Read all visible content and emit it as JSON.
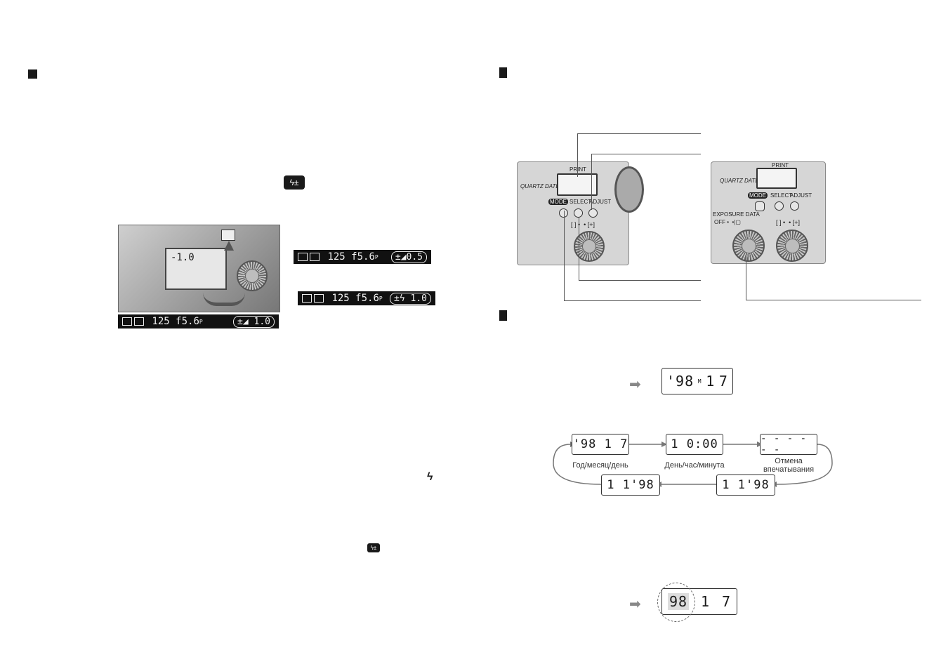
{
  "left": {
    "lcd_main": {
      "shutter": "125",
      "aperture": "f5.6",
      "mode": "P",
      "comp": "1.0"
    },
    "lcd_top": {
      "shutter": "125",
      "aperture": "f5.6",
      "mode": "P",
      "comp": "0.5"
    },
    "lcd_mid": {
      "shutter": "125",
      "aperture": "f5.6",
      "mode": "P",
      "comp": "1.0"
    },
    "camera_lcd_value": "-1.0",
    "flash_symbol": "ϟ"
  },
  "right": {
    "panel_left": {
      "print": "PRINT",
      "brand": "QUARTZ DATE",
      "mode": "MODE",
      "select": "SELECT",
      "adjust": "ADJUST"
    },
    "panel_right": {
      "print": "PRINT",
      "brand": "QUARTZ DATE",
      "mode": "MODE",
      "select": "SELECT",
      "adjust": "ADJUST",
      "exposure_data": "EXPOSURE DATA",
      "off": "OFF"
    },
    "date_display": {
      "year": "'98",
      "month_mark": "M",
      "month": "1",
      "day": "7"
    },
    "cycle": {
      "ymd": {
        "value": "'98  1  7",
        "label": "Год/месяц/день"
      },
      "dhm": {
        "value": "1 0:00",
        "label": "День/час/минута"
      },
      "cancel": {
        "value": "- - - - - -",
        "label": "Отмена впечатывания"
      },
      "mdy": {
        "value": "1  1'98"
      },
      "dmy": {
        "value": "1  1'98"
      }
    },
    "flash_display": {
      "year": "98",
      "month": "1",
      "day": "7"
    }
  }
}
